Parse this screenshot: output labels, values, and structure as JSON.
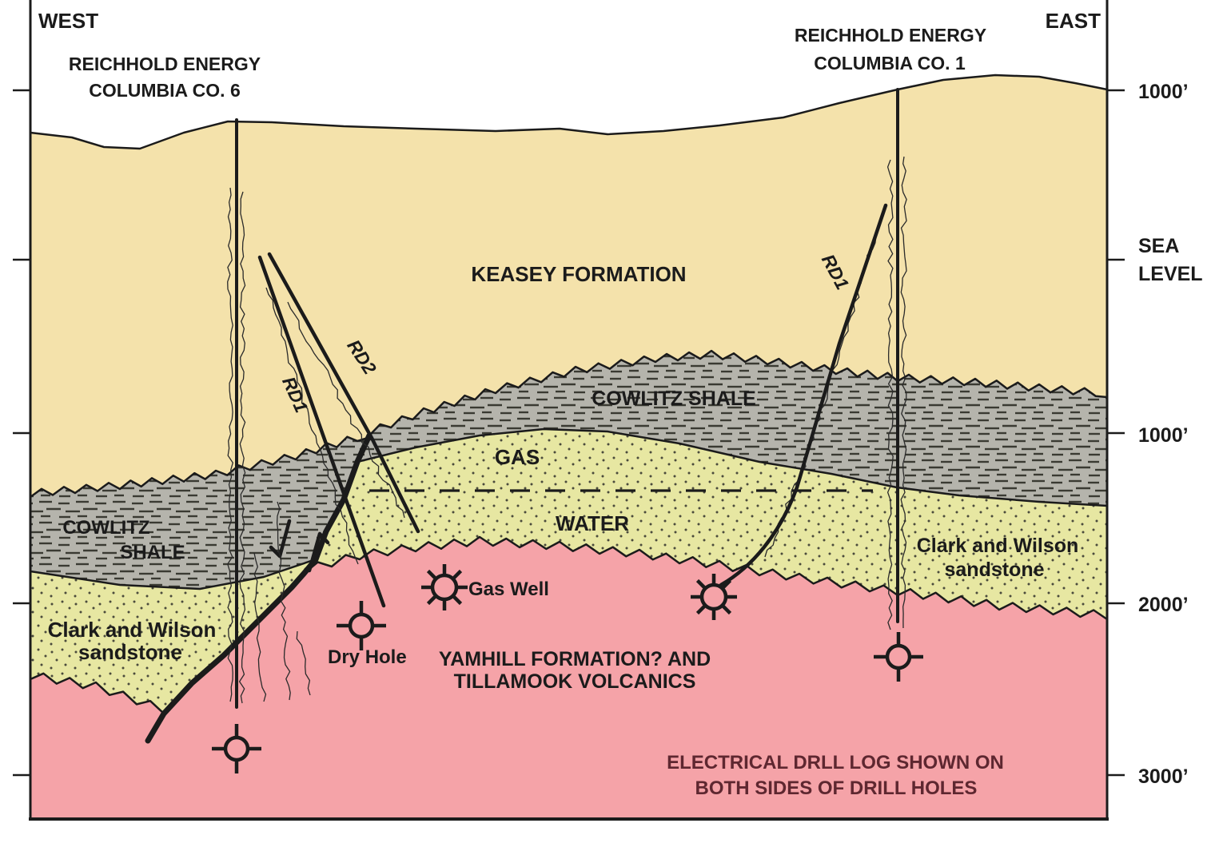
{
  "orientation": {
    "west": "WEST",
    "east": "EAST"
  },
  "wells": {
    "well6": {
      "title_line1": "REICHHOLD ENERGY",
      "title_line2": "COLUMBIA CO. 6"
    },
    "well1": {
      "title_line1": "REICHHOLD ENERGY",
      "title_line2": "COLUMBIA CO. 1"
    },
    "redrills": {
      "rd1_west": "RD1",
      "rd2_west": "RD2",
      "rd1_east": "RD1"
    }
  },
  "formations": {
    "keasey": "KEASEY FORMATION",
    "cowlitz_main": "COWLITZ SHALE",
    "cowlitz_left_line1": "COWLITZ",
    "cowlitz_left_line2": "SHALE",
    "gas": "GAS",
    "water": "WATER",
    "clark_wilson_line1": "Clark and Wilson",
    "clark_wilson_line2": "sandstone",
    "yamhill_line1": "YAMHILL FORMATION? AND",
    "yamhill_line2": "TILLAMOOK VOLCANICS"
  },
  "symbol_labels": {
    "gas_well": "Gas Well",
    "dry_hole": "Dry Hole"
  },
  "note": {
    "line1": "ELECTRICAL DRLL LOG SHOWN ON",
    "line2": "BOTH SIDES OF DRILL HOLES"
  },
  "scale": {
    "ticks": [
      {
        "label": "1000’"
      },
      {
        "label": "SEA"
      },
      {
        "label": "LEVEL"
      },
      {
        "label": "1000’"
      },
      {
        "label": "2000’"
      },
      {
        "label": "3000’"
      }
    ]
  },
  "colors": {
    "keasey-tan": "#f4e2ab",
    "shale-gray": "#b5b4ac",
    "shale-dash": "#3a3a32",
    "sand-yellow": "#e7e7a2",
    "sand-dot": "#4a4a3c",
    "volcanics-pink": "#f5a3a8",
    "ink": "#1b1b1b",
    "note": "#5e2730"
  }
}
